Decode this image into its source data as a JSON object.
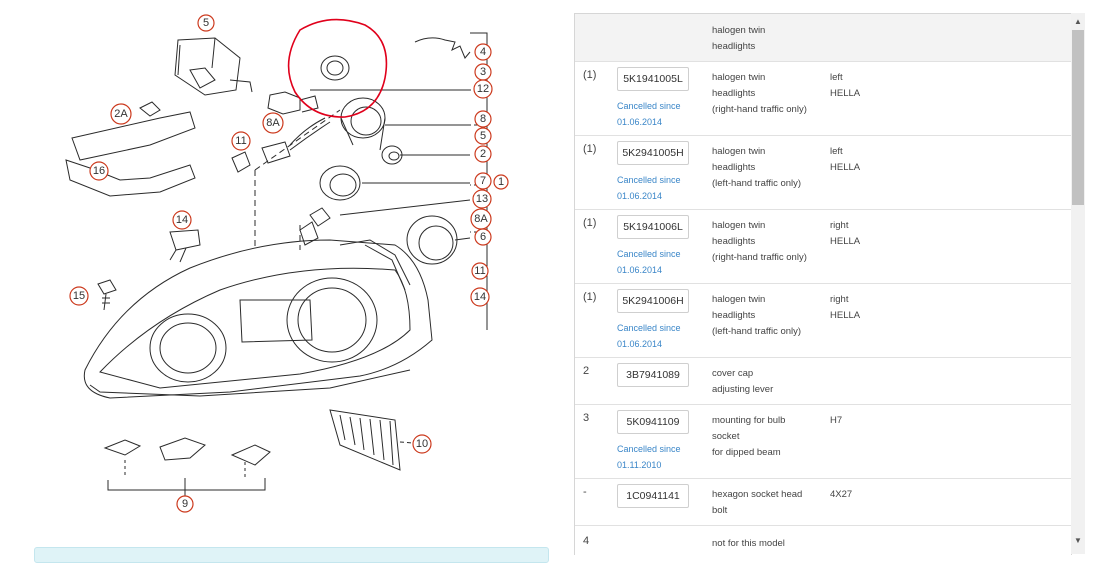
{
  "diagram": {
    "callouts": {
      "c5top": "5",
      "c4": "4",
      "c3": "3",
      "c12": "12",
      "c8": "8",
      "c5": "5",
      "c2": "2",
      "c7": "7",
      "c1": "1",
      "c13": "13",
      "c8A": "8A",
      "c6": "6",
      "c11r": "11",
      "c14r": "14",
      "c2A": "2A",
      "c16": "16",
      "c11": "11",
      "c8Aleft": "8A",
      "c14": "14",
      "c15": "15",
      "c10": "10",
      "c9": "9"
    }
  },
  "parts": {
    "header": {
      "desc": [
        "halogen twin",
        "headlights"
      ]
    },
    "rows": [
      {
        "pos": "(1)",
        "number": "5K1941005L",
        "status": [
          "Cancelled since",
          "01.06.2014"
        ],
        "desc": [
          "halogen twin",
          "headlights",
          "(right-hand traffic only)"
        ],
        "info": [
          "left",
          "HELLA"
        ]
      },
      {
        "pos": "(1)",
        "number": "5K2941005H",
        "status": [
          "Cancelled since",
          "01.06.2014"
        ],
        "desc": [
          "halogen twin",
          "headlights",
          "(left-hand traffic only)"
        ],
        "info": [
          "left",
          "HELLA"
        ]
      },
      {
        "pos": "(1)",
        "number": "5K1941006L",
        "status": [
          "Cancelled since",
          "01.06.2014"
        ],
        "desc": [
          "halogen twin",
          "headlights",
          "(right-hand traffic only)"
        ],
        "info": [
          "right",
          "HELLA"
        ]
      },
      {
        "pos": "(1)",
        "number": "5K2941006H",
        "status": [
          "Cancelled since",
          "01.06.2014"
        ],
        "desc": [
          "halogen twin",
          "headlights",
          "(left-hand traffic only)"
        ],
        "info": [
          "right",
          "HELLA"
        ]
      },
      {
        "pos": "2",
        "number": "3B7941089",
        "status": [],
        "desc": [
          "cover cap",
          "adjusting lever"
        ],
        "info": []
      },
      {
        "pos": "3",
        "number": "5K0941109",
        "status": [
          "Cancelled since",
          "01.11.2010"
        ],
        "desc": [
          "mounting for bulb",
          "socket",
          "for dipped beam"
        ],
        "info": [
          "H7"
        ]
      },
      {
        "pos": "-",
        "number": "1C0941141",
        "status": [],
        "desc": [
          "hexagon socket head",
          "bolt"
        ],
        "info": [
          "4X27"
        ]
      },
      {
        "pos": "4",
        "number": "",
        "status": [],
        "desc": [
          "not for this model"
        ],
        "info": []
      }
    ]
  },
  "scrollbar": {
    "up_icon": "▲",
    "down_icon": "▼"
  },
  "colors": {
    "link": "#3a86c8",
    "callout": "#cc3a1e",
    "highlight": "#e0001b"
  }
}
